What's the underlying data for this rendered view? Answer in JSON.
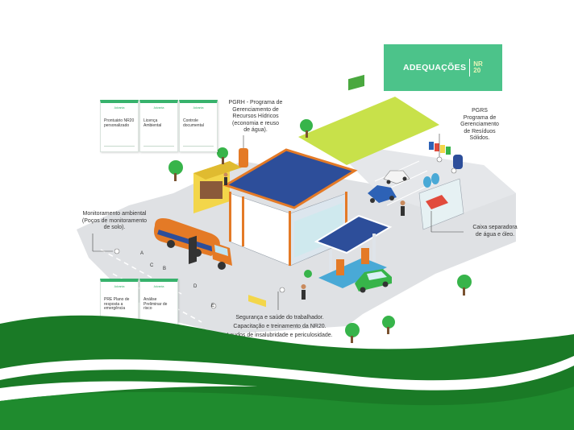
{
  "banner": {
    "title": "ADEQUAÇÕES",
    "nr_line1": "NR",
    "nr_line2": "20"
  },
  "labels": {
    "pgrh": [
      "PGRH - Programa de",
      "Gerenciamento de",
      "Recursos Hídricos",
      "(economia e reuso",
      "de água)."
    ],
    "pgrs": [
      "PGRS",
      "Programa de",
      "Gerenciamento",
      "de Resíduos",
      "Sólidos."
    ],
    "monitoramento": [
      "Monitoramento ambiental",
      "(Poços de monitoramento",
      "de solo)."
    ],
    "caixa": [
      "Caixa separadora",
      "de água e óleo."
    ],
    "seguranca": [
      "Segurança e saúde do trabalhador.",
      "Capacitação e treinamento da NR20.",
      "Laudos de insalubridade e periculosidade."
    ]
  },
  "cards_top": [
    {
      "brand": "Advanta",
      "text": "Prontuário NR20 personalizado"
    },
    {
      "brand": "Advanta",
      "text": "Licença Ambiental"
    },
    {
      "brand": "Advanta",
      "text": "Controle documental"
    }
  ],
  "cards_bottom": [
    {
      "brand": "Advanta",
      "text": "PRE Plano de resposta a emergência"
    },
    {
      "brand": "Advanta",
      "text": "Análise Preliminar de risco"
    }
  ],
  "markers": [
    "A",
    "B",
    "C",
    "D",
    "E"
  ],
  "colors": {
    "brand_green": "#4cc38a",
    "wave_green": "#1a7a26",
    "road": "#dfe1e4",
    "roof_blue": "#2d4e9a",
    "accent_orange": "#e47a26",
    "lime_lot": "#c8e14a"
  }
}
